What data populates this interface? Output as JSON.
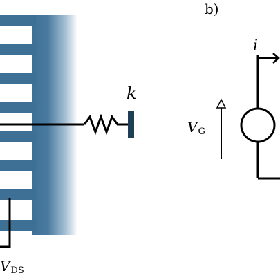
{
  "panel_label": "b)",
  "spring_label": "k",
  "current_label": "i",
  "voltage_g": {
    "main": "V",
    "sub": "G"
  },
  "voltage_ds": {
    "main": "V",
    "sub": "DS"
  },
  "colors": {
    "electrode": "#3e6f94",
    "electrode_fade": "#ffffff",
    "wire": "#000000",
    "anchor": "#1f3f57"
  }
}
